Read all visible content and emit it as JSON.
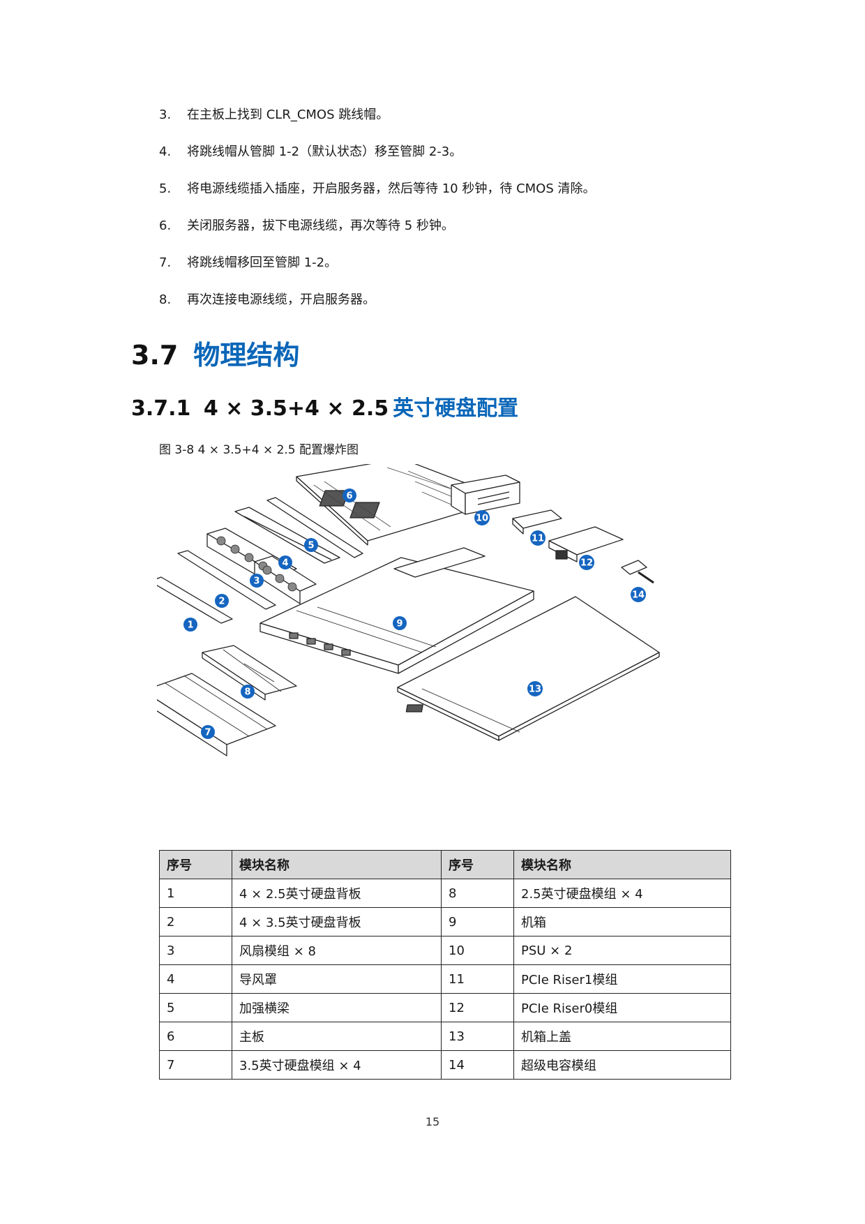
{
  "steps": [
    {
      "num": "3.",
      "text": "在主板上找到 CLR_CMOS 跳线帽。"
    },
    {
      "num": "4.",
      "text": "将跳线帽从管脚 1-2（默认状态）移至管脚 2-3。"
    },
    {
      "num": "5.",
      "text": "将电源线缆插入插座，开启服务器，然后等待 10 秒钟，待 CMOS 清除。"
    },
    {
      "num": "6.",
      "text": "关闭服务器，拔下电源线缆，再次等待 5 秒钟。"
    },
    {
      "num": "7.",
      "text": "将跳线帽移回至管脚 1-2。"
    },
    {
      "num": "8.",
      "text": "再次连接电源线缆，开启服务器。"
    }
  ],
  "section": {
    "number": "3.7",
    "title": "物理结构"
  },
  "subsection": {
    "number": "3.7.1",
    "title_num": "4 × 3.5+4 × 2.5",
    "title": "英寸硬盘配置"
  },
  "figure": {
    "caption": "图 3-8 4 × 3.5+4 × 2.5 配置爆炸图",
    "callouts": [
      "1",
      "2",
      "3",
      "4",
      "5",
      "6",
      "7",
      "8",
      "9",
      "10",
      "11",
      "12",
      "13",
      "14"
    ],
    "callout_color": "#1565c0"
  },
  "table": {
    "headers": [
      "序号",
      "模块名称",
      "序号",
      "模块名称"
    ],
    "rows": [
      [
        "1",
        "4 × 2.5英寸硬盘背板",
        "8",
        "2.5英寸硬盘模组 × 4"
      ],
      [
        "2",
        "4 × 3.5英寸硬盘背板",
        "9",
        "机箱"
      ],
      [
        "3",
        "风扇模组 × 8",
        "10",
        "PSU × 2"
      ],
      [
        "4",
        "导风罩",
        "11",
        "PCIe Riser1模组"
      ],
      [
        "5",
        "加强横梁",
        "12",
        "PCIe Riser0模组"
      ],
      [
        "6",
        "主板",
        "13",
        "机箱上盖"
      ],
      [
        "7",
        "3.5英寸硬盘模组 × 4",
        "14",
        "超级电容模组"
      ]
    ]
  },
  "page_number": "15",
  "colors": {
    "heading_blue": "#0a66b8",
    "header_gray": "#d9d9d9"
  }
}
